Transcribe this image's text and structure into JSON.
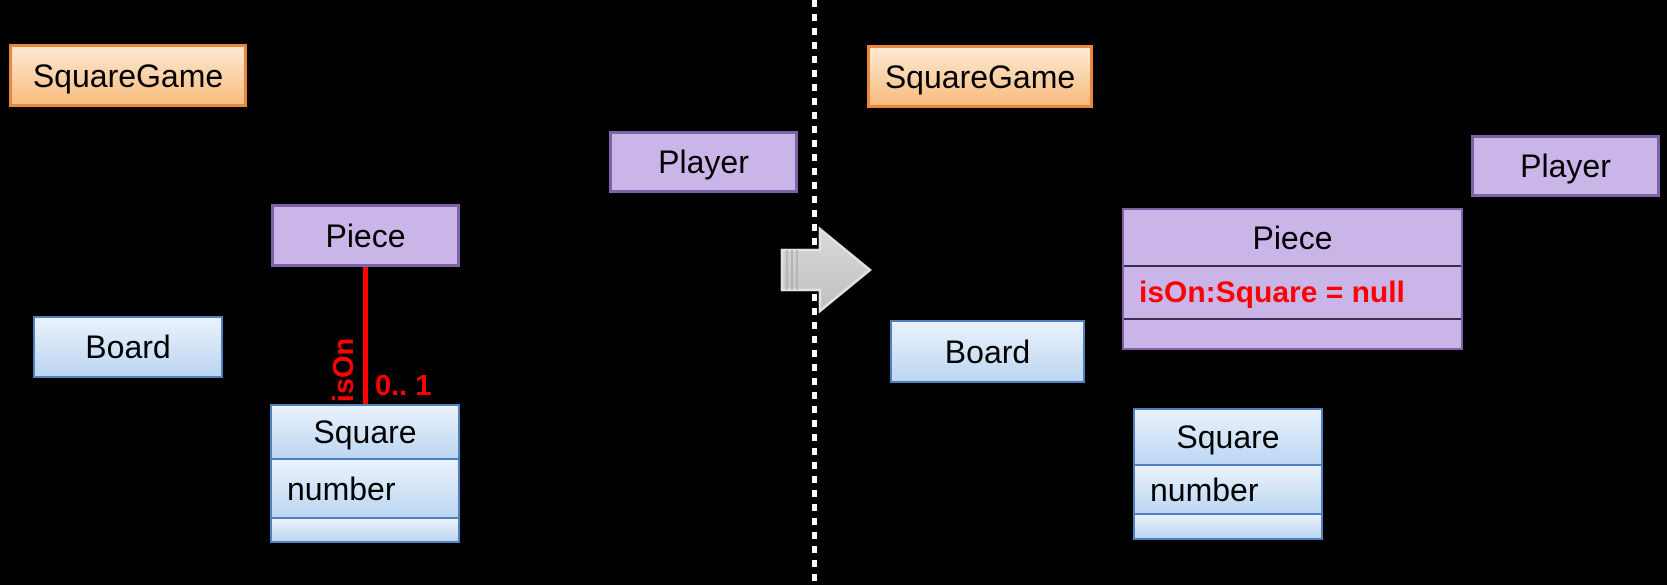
{
  "colors": {
    "background": "#000000",
    "text": "#000000",
    "orange_fill_top": "#FDE9D3",
    "orange_fill_bottom": "#F8BC7E",
    "orange_border": "#E8883C",
    "purple_fill": "#C9B5E8",
    "purple_border": "#7D63A5",
    "blue_fill_top": "#EAF2FC",
    "blue_fill_bottom": "#BCD6F2",
    "blue_border": "#4F81BD",
    "red_accent": "#FF0000",
    "arrow_fill": "#CCCCCC",
    "arrow_border": "#E2E2E2",
    "divider": "#FFFFFF"
  },
  "before": {
    "square_game_label": "SquareGame",
    "player_label": "Player",
    "piece_label": "Piece",
    "board_label": "Board",
    "square_class": {
      "name": "Square",
      "attribute": "number"
    },
    "association": {
      "name": "isOn",
      "multiplicity": "0.. 1"
    }
  },
  "after": {
    "square_game_label": "SquareGame",
    "player_label": "Player",
    "piece_class": {
      "name": "Piece",
      "attribute": "isOn:Square = null"
    },
    "board_label": "Board",
    "square_class": {
      "name": "Square",
      "attribute": "number"
    }
  },
  "transform_arrow": {
    "icon": "right-block-arrow"
  }
}
